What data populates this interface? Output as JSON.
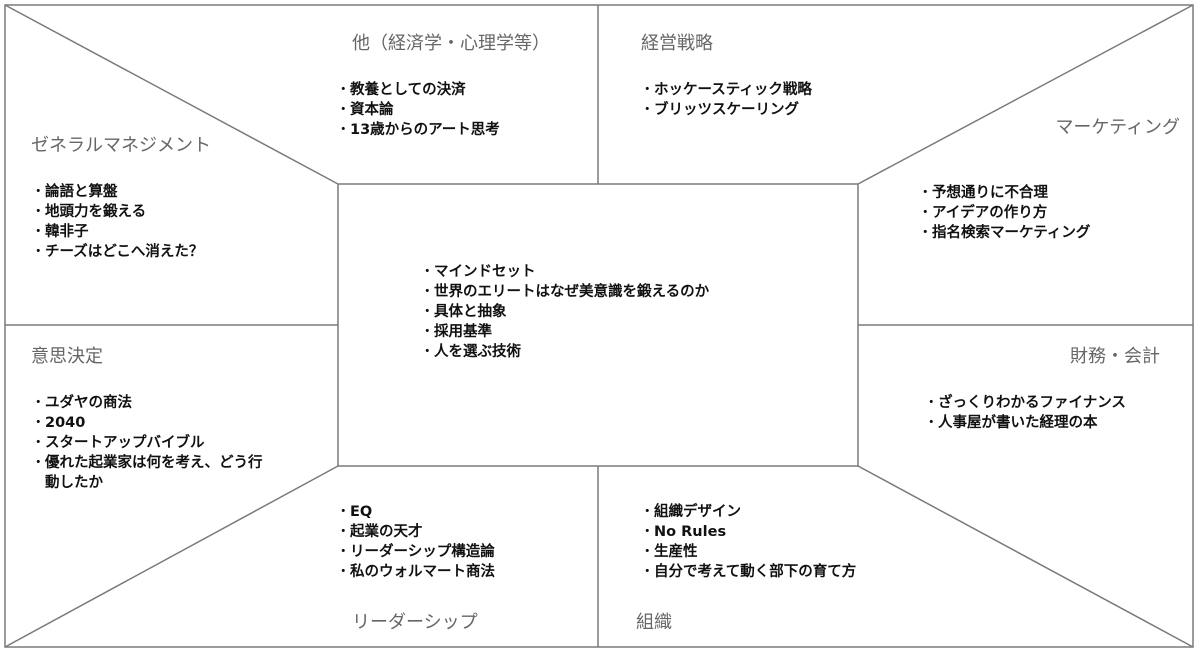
{
  "diagram": {
    "type": "book-category-map",
    "line_color": "#7a7a7a",
    "heading_color": "#666666",
    "text_color": "#111111"
  },
  "center": {
    "items": [
      "マインドセット",
      "世界のエリートはなぜ美意識を鍛えるのか",
      "具体と抽象",
      "採用基準",
      "人を選ぶ技術"
    ]
  },
  "sections": {
    "other": {
      "title": "他（経済学・心理学等）",
      "items": [
        "教養としての決済",
        "資本論",
        "13歳からのアート思考"
      ]
    },
    "strategy": {
      "title": "経営戦略",
      "items": [
        "ホッケースティック戦略",
        "ブリッツスケーリング"
      ]
    },
    "marketing": {
      "title": "マーケティング",
      "items": [
        "予想通りに不合理",
        "アイデアの作り方",
        "指名検索マーケティング"
      ]
    },
    "general_management": {
      "title": "ゼネラルマネジメント",
      "items": [
        "論語と算盤",
        "地頭力を鍛える",
        "韓非子",
        "チーズはどこへ消えた？"
      ]
    },
    "decision_making": {
      "title": "意思決定",
      "items": [
        "ユダヤの商法",
        "2040",
        "スタートアップバイブル",
        "優れた起業家は何を考え、どう行動したか"
      ]
    },
    "finance": {
      "title": "財務・会計",
      "items": [
        "ざっくりわかるファイナンス",
        "人事屋が書いた経理の本"
      ]
    },
    "leadership": {
      "title": "リーダーシップ",
      "items": [
        "EQ",
        "起業の天才",
        "リーダーシップ構造論",
        "私のウォルマート商法"
      ]
    },
    "organization": {
      "title": "組織",
      "items": [
        "組織デザイン",
        "No Rules",
        "生産性",
        "自分で考えて動く部下の育て方"
      ]
    }
  }
}
